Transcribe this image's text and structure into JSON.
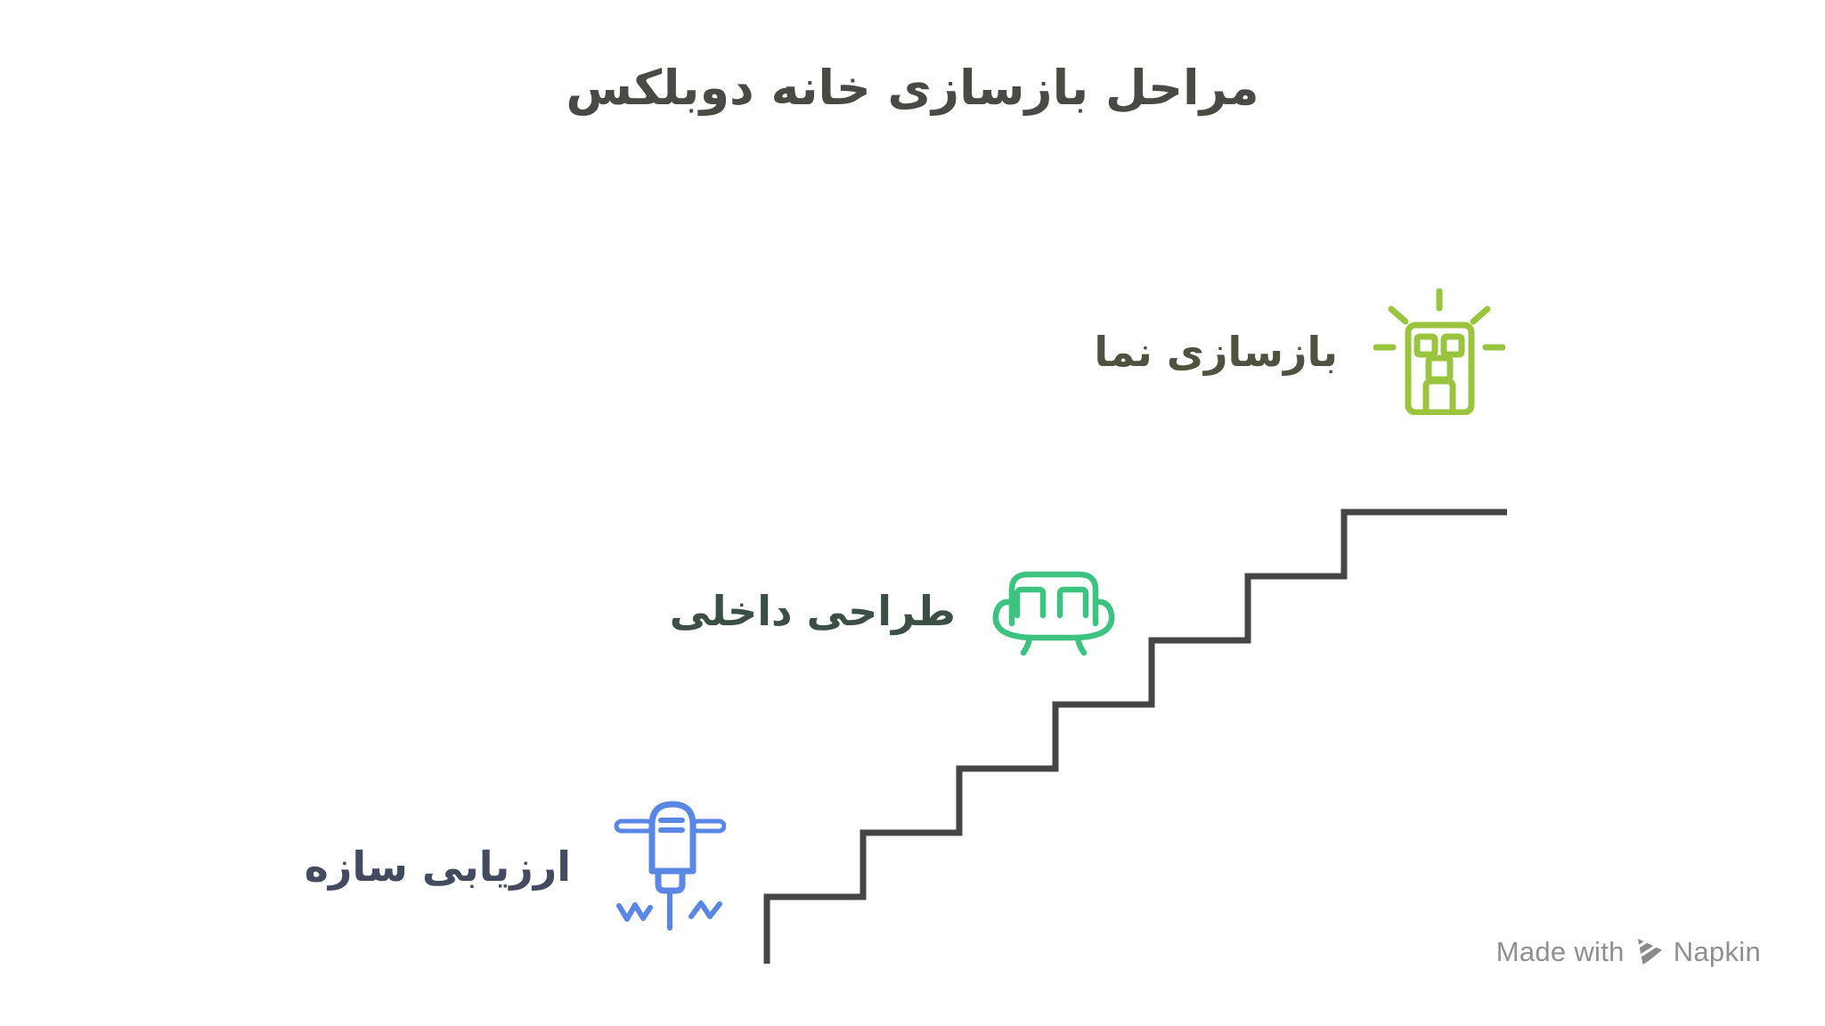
{
  "title": {
    "text": "مراحل بازسازی خانه دوبلکس",
    "color": "#4a4a44"
  },
  "staircase": {
    "color": "#454545",
    "steps_count": 7
  },
  "steps": [
    {
      "label": "بازسازی نما",
      "icon": "building-facade-icon",
      "color": "#9ac43d",
      "label_color": "#4e523f"
    },
    {
      "label": "طراحی داخلی",
      "icon": "sofa-icon",
      "color": "#3cc380",
      "label_color": "#3c4f44"
    },
    {
      "label": "ارزیابی سازه",
      "icon": "jackhammer-icon",
      "color": "#5a86e4",
      "label_color": "#424b60"
    }
  ],
  "watermark": {
    "prefix": "Made with",
    "brand": "Napkin",
    "text_color": "#8f8f8f",
    "logo_color": "#8a8a8a",
    "logo_icon": "napkin-logo-icon"
  }
}
